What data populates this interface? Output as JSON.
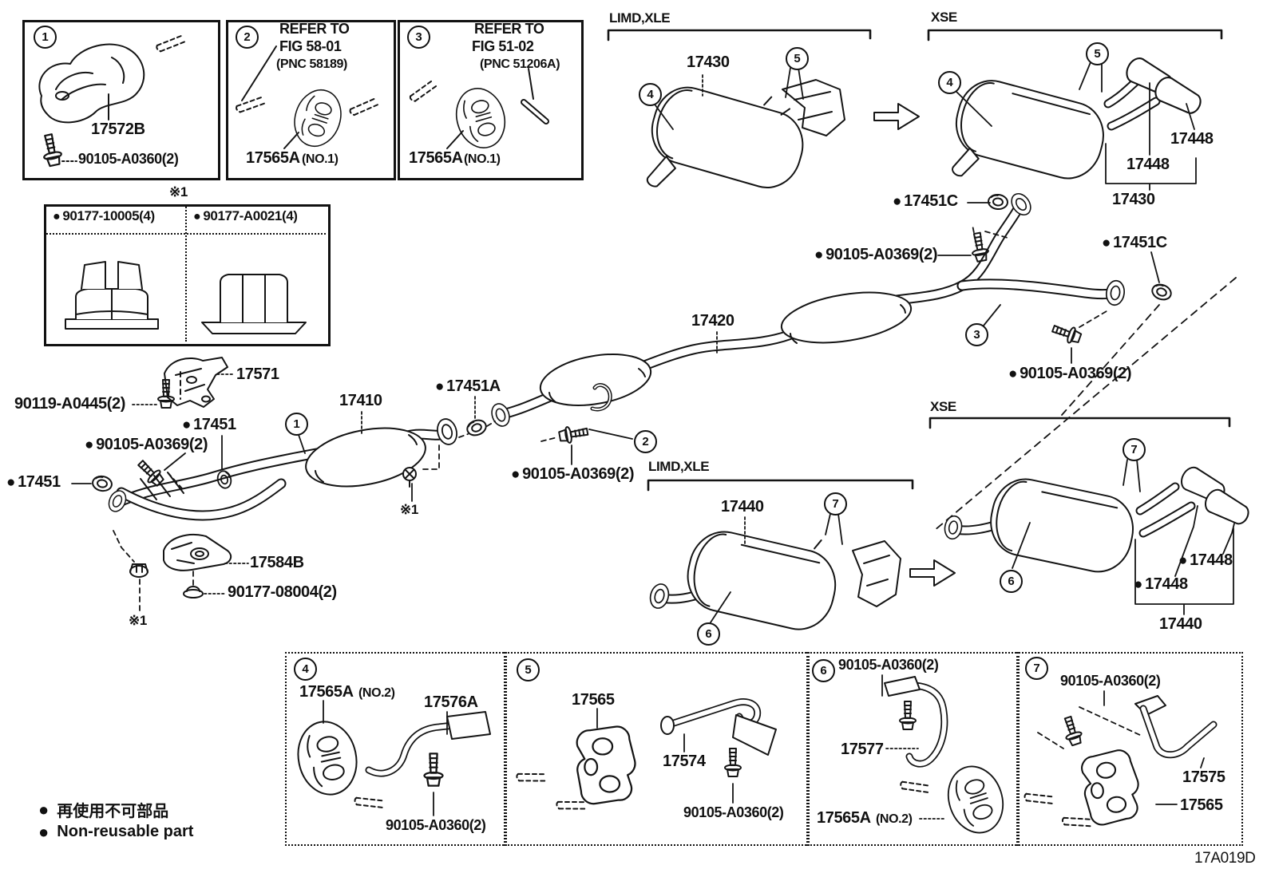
{
  "diagram": {
    "code": "17A019D",
    "bullet": "●",
    "note_ref": "※1",
    "legend": {
      "jp": "再使用不可部品",
      "en": "Non-reusable part"
    }
  },
  "callouts": {
    "c1": "1",
    "c2": "2",
    "c3": "3",
    "c4": "4",
    "c5": "5",
    "c6": "6",
    "c7": "7"
  },
  "variants": {
    "limd": "LIMD,XLE",
    "xse": "XSE"
  },
  "ref_boxes": {
    "box1": {
      "part": "17572B",
      "bolt": "90105-A0360(2)"
    },
    "box2": {
      "refer1": "REFER TO",
      "refer2": "FIG 58-01",
      "pnc": "(PNC 58189)",
      "part": "17565A",
      "suffix": "(NO.1)"
    },
    "box3": {
      "refer1": "REFER TO",
      "refer2": "FIG 51-02",
      "pnc": "(PNC 51206A)",
      "part": "17565A",
      "suffix": "(NO.1)"
    }
  },
  "nut_box": {
    "left": "90177-10005(4)",
    "right": "90177-A0021(4)"
  },
  "parts": {
    "front_pipe": "17410",
    "center_pipe": "17420",
    "muffler_rear": "17430",
    "muffler_main": "17440",
    "tailpipe_tip": "17448",
    "gasket": "17451",
    "gasket_a": "17451A",
    "gasket_c": "17451C",
    "bracket_17571": "17571",
    "heat_shield": "17584B",
    "bolt_90105_a0369": "90105-A0369(2)",
    "bolt_90119": "90119-A0445(2)",
    "nut_90177_08004": "90177-08004(2)"
  },
  "detail_boxes": {
    "box4": {
      "insulator": "17565A",
      "suffix": "(NO.2)",
      "bracket": "17576A",
      "bolt": "90105-A0360(2)"
    },
    "box5": {
      "insulator": "17565",
      "bracket": "17574",
      "bolt": "90105-A0360(2)"
    },
    "box6": {
      "bolt": "90105-A0360(2)",
      "bracket": "17577",
      "insulator": "17565A",
      "suffix": "(NO.2)"
    },
    "box7": {
      "bolt": "90105-A0360(2)",
      "bracket": "17575",
      "insulator": "17565"
    }
  }
}
